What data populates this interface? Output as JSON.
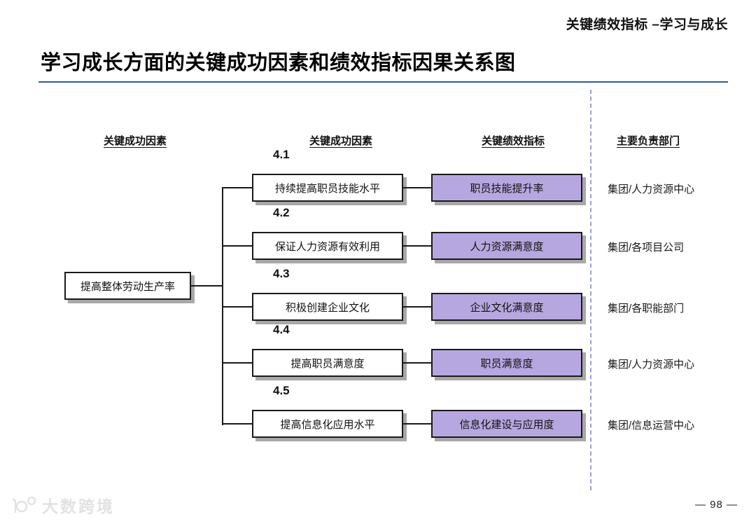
{
  "page": {
    "header_tag": "关键绩效指标 –学习与成长",
    "title": "学习成长方面的关键成功因素和绩效指标因果关系图",
    "page_number": "— 98 —",
    "watermark_text": "大数跨境"
  },
  "columns": {
    "csf_left": "关键成功因素",
    "csf_mid": "关键成功因素",
    "kpi": "关键绩效指标",
    "dept": "主要负责部门"
  },
  "root_factor": "提高整体劳动生产率",
  "rows": [
    {
      "num": "4.1",
      "csf": "持续提高职员技能水平",
      "kpi": "职员技能提升率",
      "dept": "集团/人力资源中心"
    },
    {
      "num": "4.2",
      "csf": "保证人力资源有效利用",
      "kpi": "人力资源满意度",
      "dept": "集团/各项目公司"
    },
    {
      "num": "4.3",
      "csf": "积极创建企业文化",
      "kpi": "企业文化满意度",
      "dept": "集团/各职能部门"
    },
    {
      "num": "4.4",
      "csf": "提高职员满意度",
      "kpi": "职员满意度",
      "dept": "集团/人力资源中心"
    },
    {
      "num": "4.5",
      "csf": "提高信息化应用水平",
      "kpi": "信息化建设与应用度",
      "dept": "集团/信息运营中心"
    }
  ],
  "colors": {
    "kpi_fill": "#b7a7e0",
    "title_rule": "#2e5b9e",
    "divider": "#9d9dde",
    "box_shadow": "#a8a8a8"
  },
  "icons": {
    "watermark_logo": "hundred-circles-logo"
  }
}
